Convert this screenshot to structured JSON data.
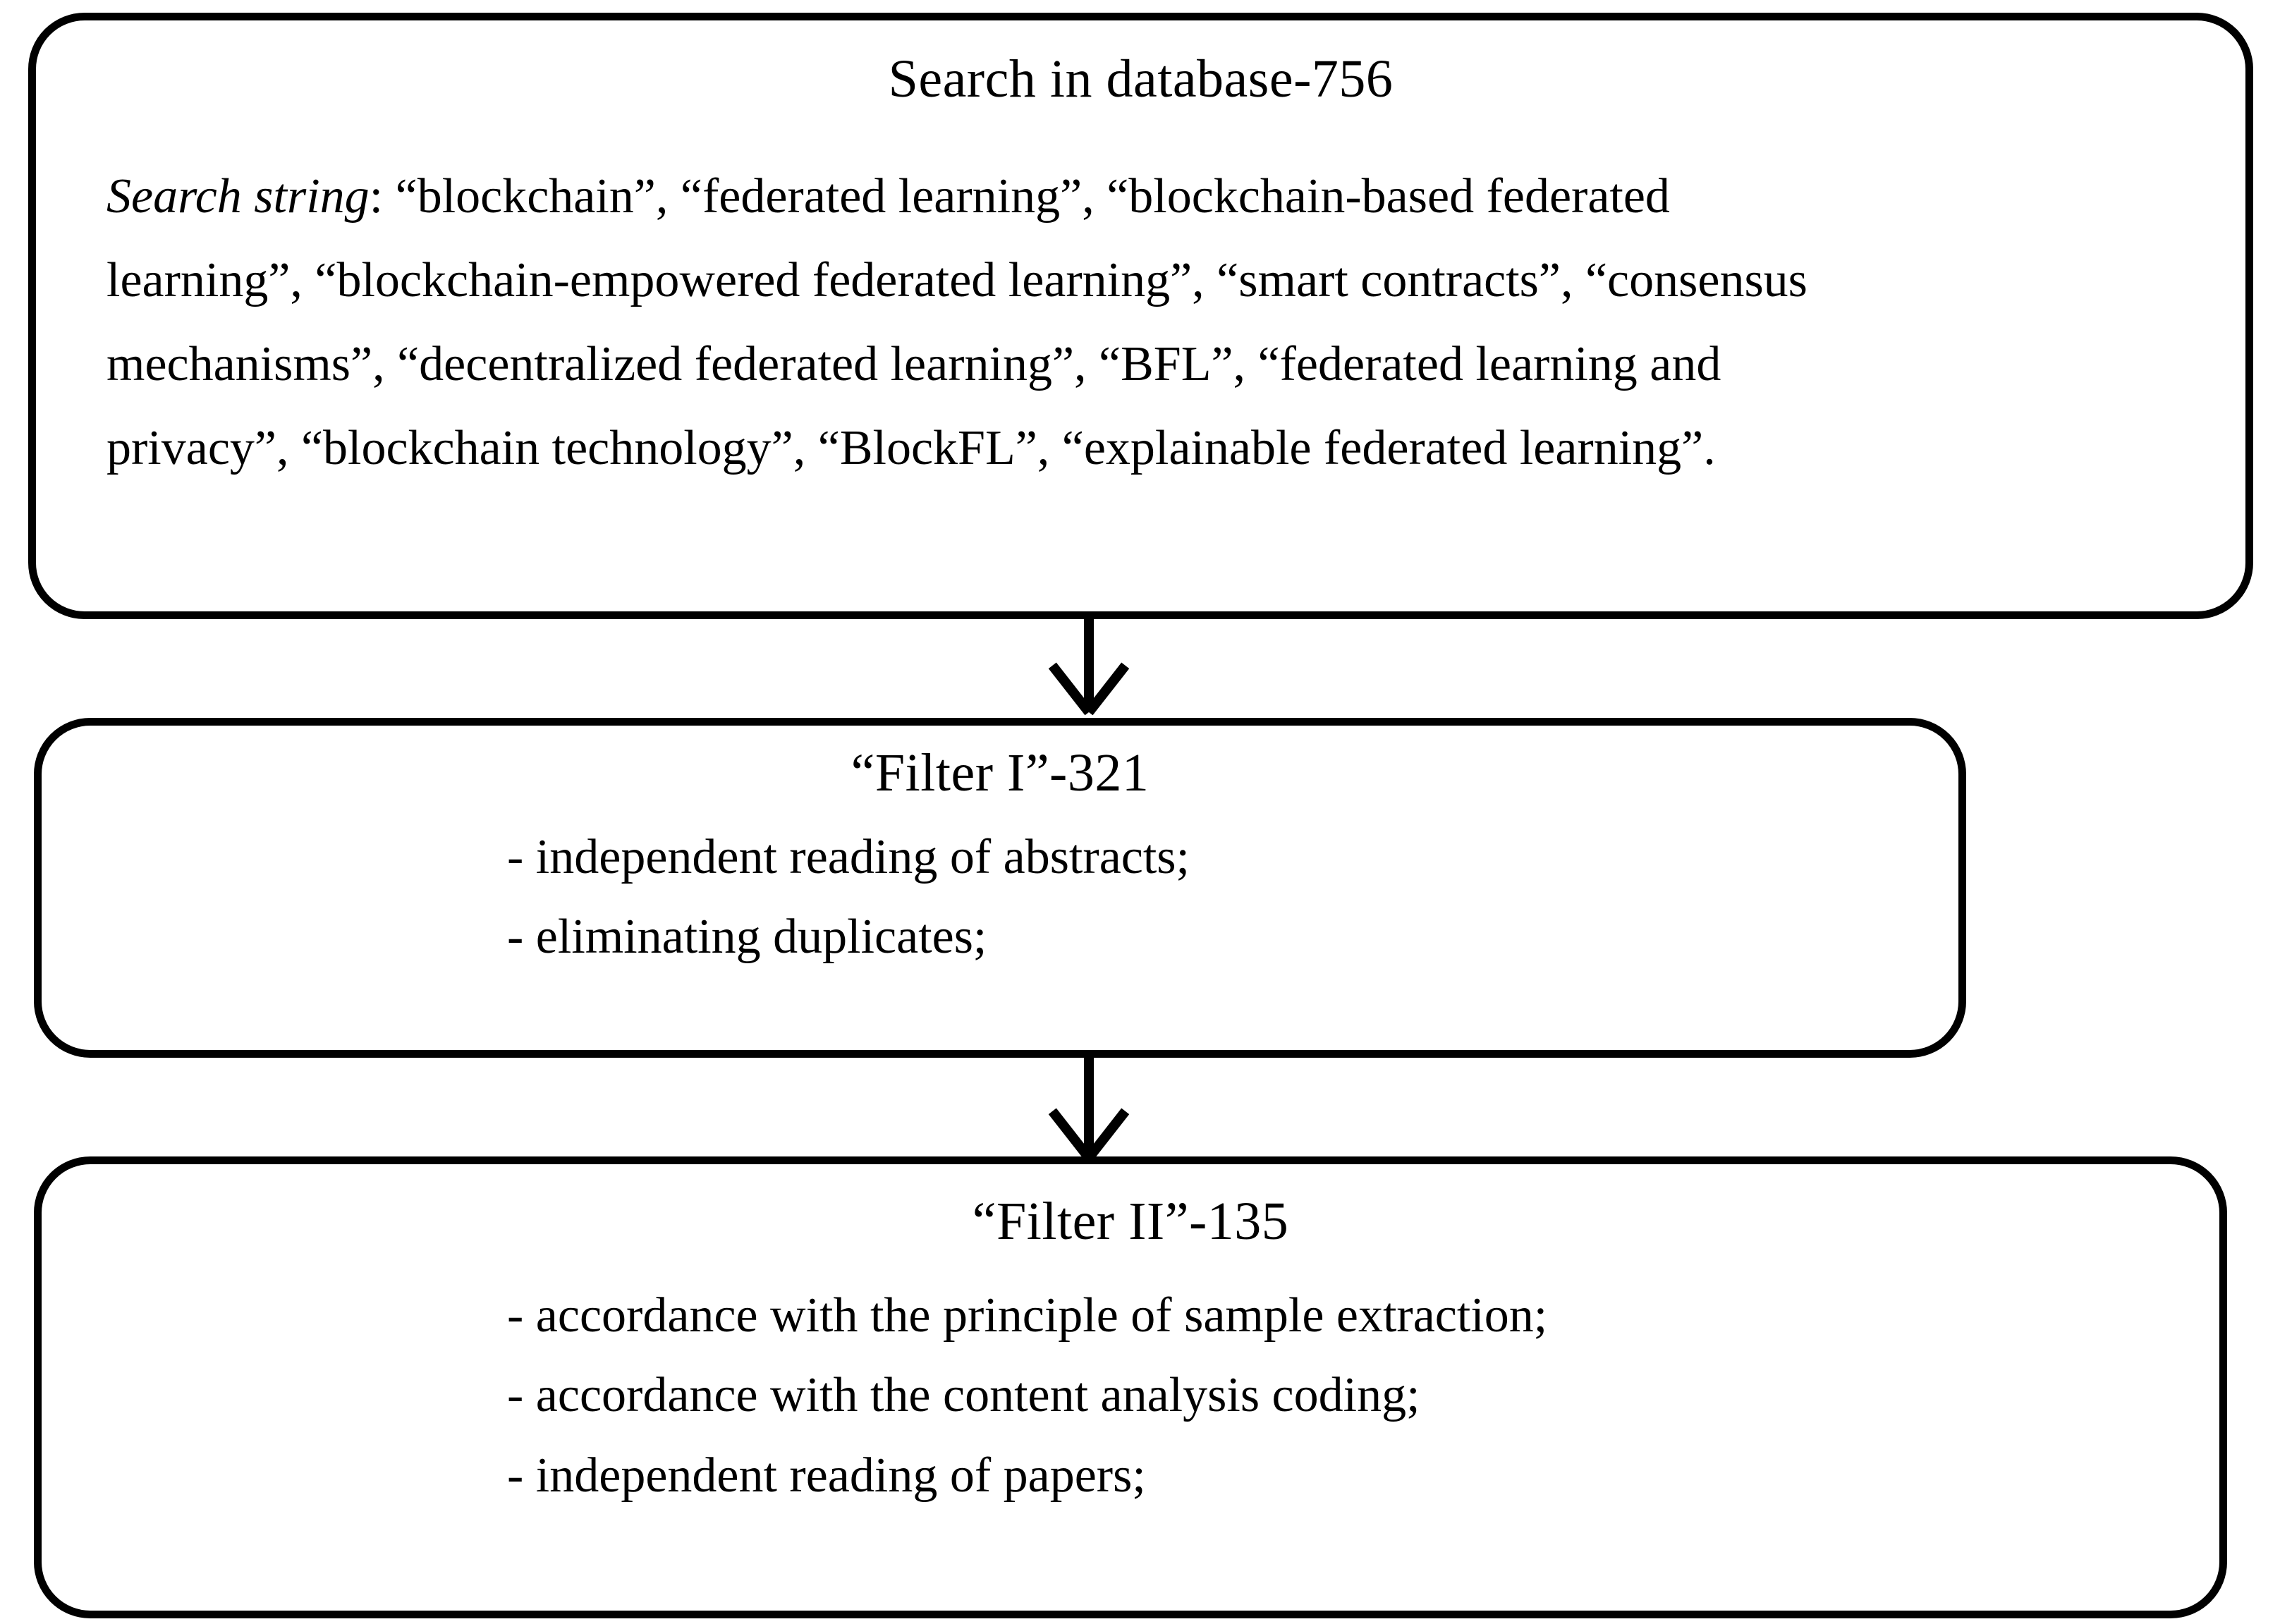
{
  "diagram": {
    "type": "flowchart",
    "orientation": "vertical",
    "background_color": "#ffffff",
    "line_color": "#000000",
    "nodes": [
      {
        "id": "search",
        "title": "Search in database-756",
        "label_prefix": "Search string",
        "label_separator": ": ",
        "body_lines": [
          "“blockchain”, “federated learning”, “blockchain-based federated",
          "learning”, “blockchain-empowered federated learning”, “smart contracts”, “consensus",
          "mechanisms”, “decentralized federated learning”, “BFL”, “federated learning and",
          "privacy”, “blockchain technology”, “BlockFL”, “explainable federated learning”."
        ]
      },
      {
        "id": "filter-1",
        "title": "“Filter I”-321",
        "items": [
          "- independent reading of abstracts;",
          "- eliminating duplicates;"
        ]
      },
      {
        "id": "filter-2",
        "title": "“Filter II”-135",
        "items": [
          "- accordance with the principle of sample extraction;",
          "- accordance with the content analysis coding;",
          "- independent reading of papers;"
        ]
      }
    ],
    "edges": [
      {
        "id": "edge-1",
        "from": "search",
        "to": "filter-1",
        "style": "arrow-down"
      },
      {
        "id": "edge-2",
        "from": "filter-1",
        "to": "filter-2",
        "style": "arrow-down"
      }
    ]
  }
}
